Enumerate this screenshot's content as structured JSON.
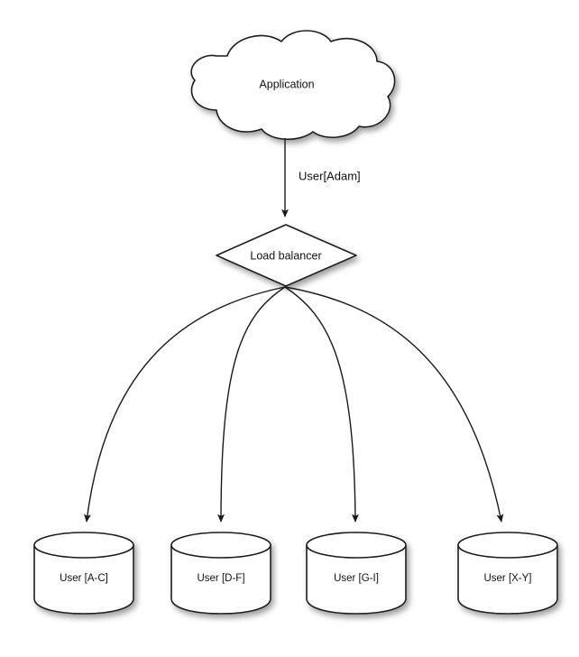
{
  "diagram": {
    "type": "architecture-flow",
    "background_color": "#ffffff",
    "stroke_color": "#1a1a1a",
    "shadow_color": "#9a9a9a",
    "nodes": {
      "cloud": {
        "label": "Application",
        "shape": "cloud"
      },
      "load_balancer": {
        "label": "Load balancer",
        "shape": "diamond"
      },
      "databases": [
        {
          "label": "User [A-C]",
          "shape": "cylinder"
        },
        {
          "label": "User [D-F]",
          "shape": "cylinder"
        },
        {
          "label": "User [G-I]",
          "shape": "cylinder"
        },
        {
          "label": "User [X-Y]",
          "shape": "cylinder"
        }
      ]
    },
    "edges": {
      "app_to_balancer_label": "User[Adam]"
    }
  }
}
